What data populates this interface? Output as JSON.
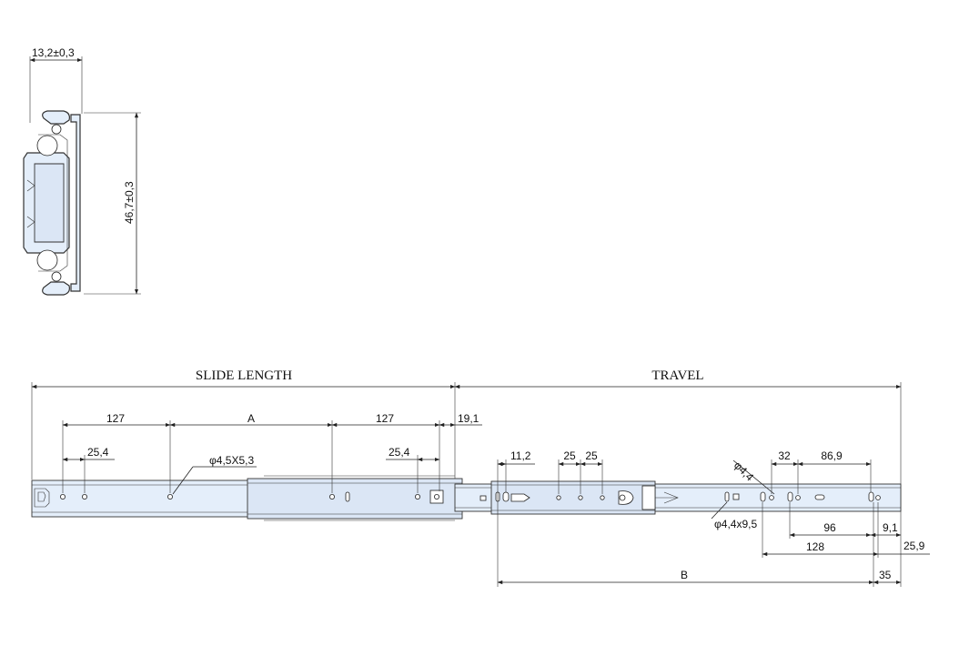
{
  "profile": {
    "width_dim": "13,2±0,3",
    "height_dim": "46,7±0,3"
  },
  "headers": {
    "slide_length": "SLIDE LENGTH",
    "travel": "TRAVEL"
  },
  "dims": {
    "d127_left": "127",
    "dA": "A",
    "d127_right": "127",
    "d19_1": "19,1",
    "d25_4_left": "25,4",
    "d25_4_right": "25,4",
    "hole_slot_left": "φ4,5X5,3",
    "d11_2": "11,2",
    "d25_a": "25",
    "d25_b": "25",
    "hole_4_4": "φ4,4",
    "d32": "32",
    "d86_9": "86,9",
    "hole_slot_right": "φ4,4x9,5",
    "d96": "96",
    "d9_1": "9,1",
    "d128": "128",
    "d25_9": "25,9",
    "dB": "B",
    "d35": "35"
  },
  "colors": {
    "part_fill": "#e4eefa",
    "line": "#222222"
  }
}
